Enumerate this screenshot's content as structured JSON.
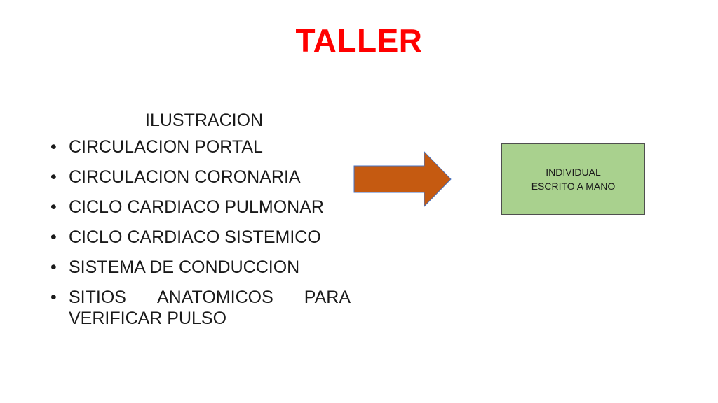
{
  "title": "TALLER",
  "content": {
    "heading": "ILUSTRACION",
    "bullet_symbol": "•",
    "items": [
      "CIRCULACION PORTAL",
      "CIRCULACION CORONARIA",
      "CICLO CARDIACO PULMONAR",
      "CICLO CARDIACO SISTEMICO",
      "SISTEMA DE CONDUCCION"
    ],
    "last_item": {
      "words": [
        "SITIOS",
        "ANATOMICOS",
        "PARA"
      ],
      "line2": "VERIFICAR PULSO"
    }
  },
  "arrow": {
    "icon": "right-arrow-icon",
    "fill_color": "#c55a11",
    "stroke_color": "#4472c4"
  },
  "note_box": {
    "line1": "INDIVIDUAL",
    "line2": "ESCRITO A MANO",
    "fill_color": "#a9d18e"
  }
}
